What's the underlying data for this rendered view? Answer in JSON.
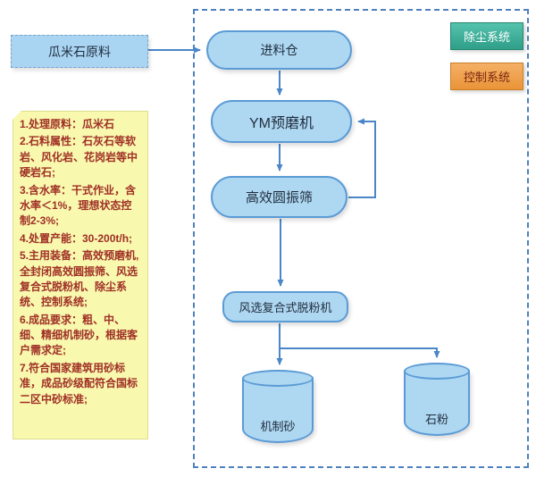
{
  "source_box": {
    "label": "瓜米石原料"
  },
  "legend": {
    "dust": "除尘系统",
    "control": "控制系统"
  },
  "flow": {
    "feed_bin": "进料仓",
    "premill": "YM预磨机",
    "vibrating_screen": "高效圆振筛",
    "powder_separator": "风选复合式脱粉机",
    "machine_sand": "机制砂",
    "stone_powder": "石粉"
  },
  "note": {
    "items": [
      "1.处理原料：瓜米石",
      "2.石料属性：石灰石等软岩、风化岩、花岗岩等中硬岩石;",
      "3.含水率：干式作业，含水率＜1%，理想状态控制2-3%;",
      "4.处置产能：30-200t/h;",
      "5.主用装备：高效预磨机,全封闭高效圆振筛、风选复合式脱粉机、除尘系统、控制系统;",
      "6.成品要求：粗、中、细、精细机制砂，根据客户需求定;",
      "7.符合国家建筑用砂标准，成品砂级配符合国标二区中砂标准;"
    ]
  },
  "colors": {
    "shape_fill": "#aed7f2",
    "shape_border": "#5b9bd5",
    "arrow": "#4a86c8",
    "frame_border": "#4f81bd",
    "note_bg": "#f8f8ae",
    "note_text": "#a03026",
    "dust_legend_bg": "#2f9f8a",
    "control_legend_bg": "#ea9438"
  }
}
